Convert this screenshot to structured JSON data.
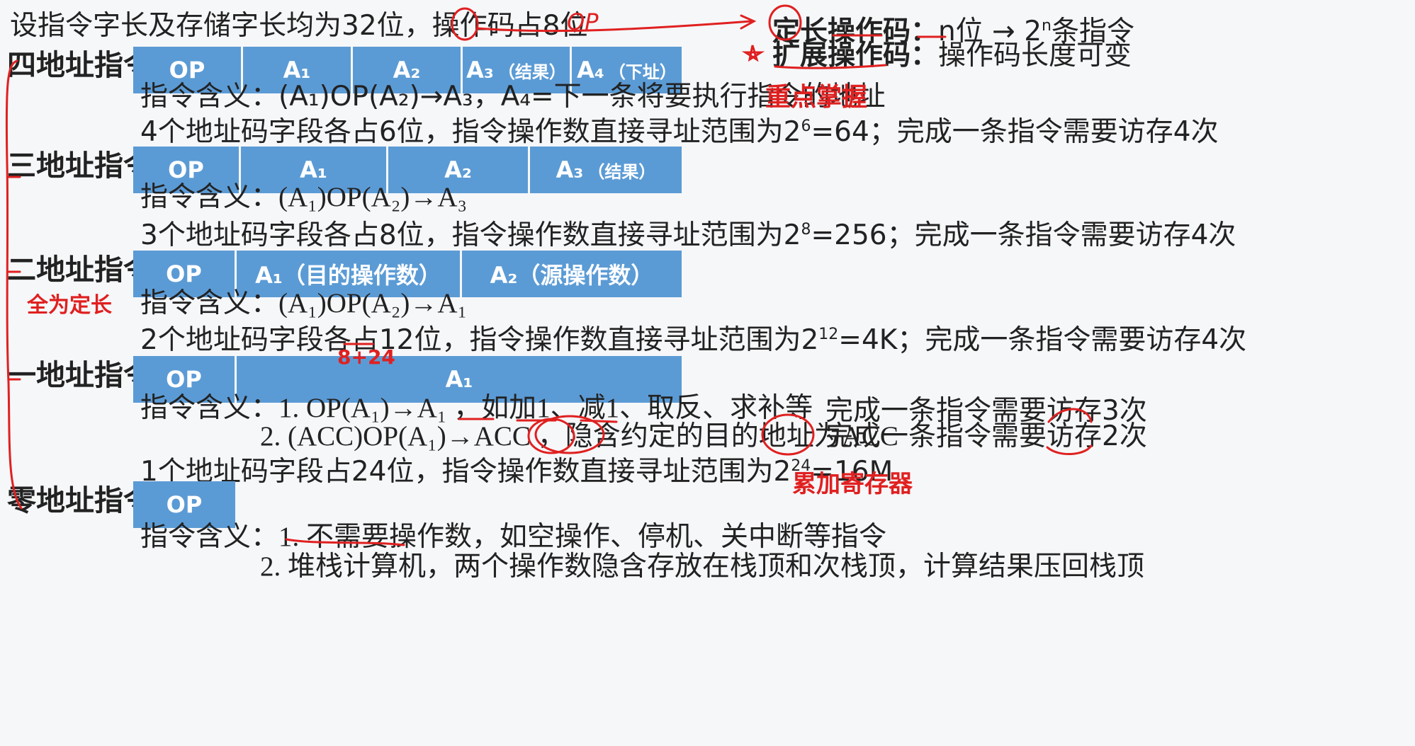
{
  "header": {
    "intro": "设指令字长及存储字长均为32位，操作码占",
    "op_bits": "8",
    "intro_end": "位",
    "fixed_label": "定长操作码：",
    "fixed_desc": "n位 → 2",
    "fixed_sup": "n",
    "fixed_end": "条指令",
    "ext_label": "扩展操作码：",
    "ext_desc": "操作码长度可变"
  },
  "four": {
    "label": "四地址指令",
    "fields": [
      "OP",
      "A₁",
      "A₂",
      "A₃",
      "A₄"
    ],
    "subs": [
      "",
      "",
      "",
      "（结果）",
      "（下址）"
    ],
    "meaning": "指令含义：(A₁)OP(A₂)→A₃，A₄=下一条将要执行指令的地址",
    "detail_a": "4个地址码字段各占6位，指令操作数直接寻址范围为2",
    "detail_sup": "6",
    "detail_b": "=64；完成一条指令需要访存4次"
  },
  "three": {
    "label": "三地址指令",
    "fields": [
      "OP",
      "A₁",
      "A₂",
      "A₃"
    ],
    "subs": [
      "",
      "",
      "",
      "（结果）"
    ],
    "meaning_prefix": "指令含义：",
    "meaning": "(A₁)OP(A₂)→A₃",
    "detail_a": "3个地址码字段各占8位，指令操作数直接寻址范围为2",
    "detail_sup": "8",
    "detail_b": "=256；完成一条指令需要访存4次"
  },
  "two": {
    "label": "二地址指令",
    "fields": [
      "OP",
      "A₁（目的操作数）",
      "A₂（源操作数）"
    ],
    "meaning_prefix": "指令含义：",
    "meaning": "(A₁)OP(A₂)→A₁",
    "detail_a": "2个地址码字段各占12位，指令操作数直接寻址范围为2",
    "detail_sup": "12",
    "detail_b": "=4K；完成一条指令需要访存4次"
  },
  "one": {
    "label": "一地址指令",
    "fields": [
      "OP",
      "A₁"
    ],
    "meaning_prefix": "指令含义：",
    "m1": "1. OP(A₁)→A₁ ，如加1、减1、取反、求补等",
    "m1_tail": "完成一条指令需要访存3次",
    "m2": "2. (ACC)OP(A₁)→ACC ，隐含约定的目的地址为ACC",
    "m2_tail": "完成一条指令需要访存2次",
    "detail_a": "1个地址码字段占24位，指令操作数直接寻址范围为2",
    "detail_sup": "24",
    "detail_b": "=16M"
  },
  "zero": {
    "label": "零地址指令",
    "fields": [
      "OP"
    ],
    "meaning_prefix": "指令含义：",
    "m1": "1. 不需要操作数，如空操作、停机、关中断等指令",
    "m2": "2. 堆栈计算机，两个操作数隐含存放在栈顶和次栈顶，计算结果压回栈顶"
  },
  "annotations": {
    "op": "OP",
    "important": "重点掌握",
    "all_fixed": "全为定长",
    "sum": "8+24",
    "acc": "累加寄存器"
  },
  "colors": {
    "field_bg": "#5b9bd5",
    "ink": "#e02020"
  }
}
